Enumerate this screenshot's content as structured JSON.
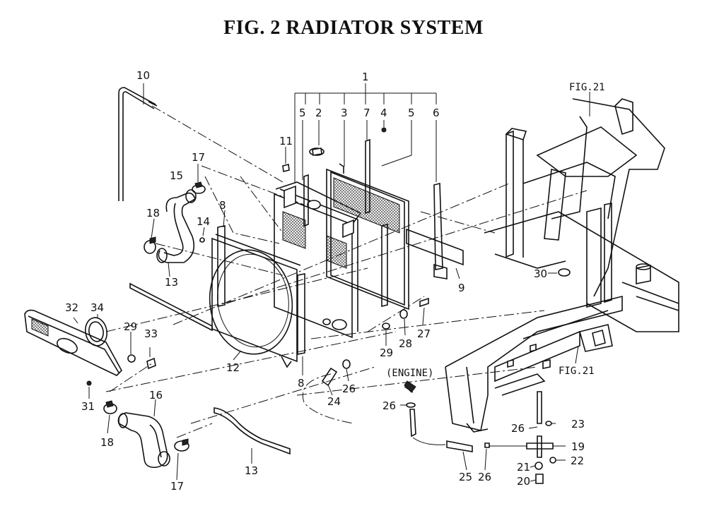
{
  "title": "FIG.  2  RADIATOR SYSTEM",
  "references": {
    "fig21_top": "FIG.21",
    "fig21_right": "FIG.21",
    "engine": "(ENGINE)"
  },
  "part_numbers": {
    "p1": "1",
    "p2": "2",
    "p3": "3",
    "p4": "4",
    "p5a": "5",
    "p5b": "5",
    "p6": "6",
    "p7": "7",
    "p8a": "8",
    "p8b": "8",
    "p9": "9",
    "p10": "10",
    "p11": "11",
    "p12": "12",
    "p13a": "13",
    "p13b": "13",
    "p14": "14",
    "p15": "15",
    "p16": "16",
    "p17a": "17",
    "p17b": "17",
    "p18a": "18",
    "p18b": "18",
    "p19": "19",
    "p20": "20",
    "p21": "21",
    "p22": "22",
    "p23": "23",
    "p24": "24",
    "p25": "25",
    "p26a": "26",
    "p26b": "26",
    "p26c": "26",
    "p26d": "26",
    "p27": "27",
    "p28": "28",
    "p29a": "29",
    "p29b": "29",
    "p30": "30",
    "p31": "31",
    "p32": "32",
    "p33": "33",
    "p34": "34"
  }
}
